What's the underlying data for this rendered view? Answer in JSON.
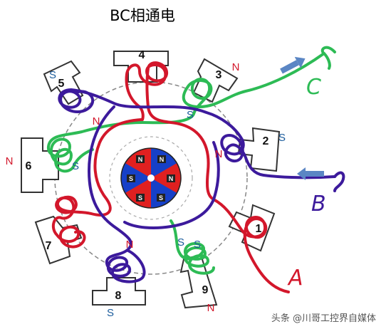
{
  "title": "BC相通电",
  "slot_numbers": [
    "1",
    "2",
    "3",
    "4",
    "5",
    "6",
    "7",
    "8",
    "9"
  ],
  "pole_labels": [
    "N",
    "S",
    "S",
    "N",
    "S",
    "N",
    "S",
    "S",
    "N",
    "N",
    "S",
    "S",
    "N",
    "N",
    "S"
  ],
  "terminals": {
    "a": "A",
    "b": "B",
    "c": "C"
  },
  "rotor_labels": [
    "N",
    "N",
    "N",
    "S",
    "S",
    "S"
  ],
  "watermark": "头条 @川哥工控界自媒体",
  "colors": {
    "phase_a": "#d3172b",
    "phase_b": "#3c1a9c",
    "phase_c": "#2dbb55",
    "pole_n": "#d3172b",
    "pole_s": "#1b5c9c",
    "arrow": "#5b86c4",
    "rotor_red": "#e02020",
    "rotor_blue": "#1640c8"
  }
}
